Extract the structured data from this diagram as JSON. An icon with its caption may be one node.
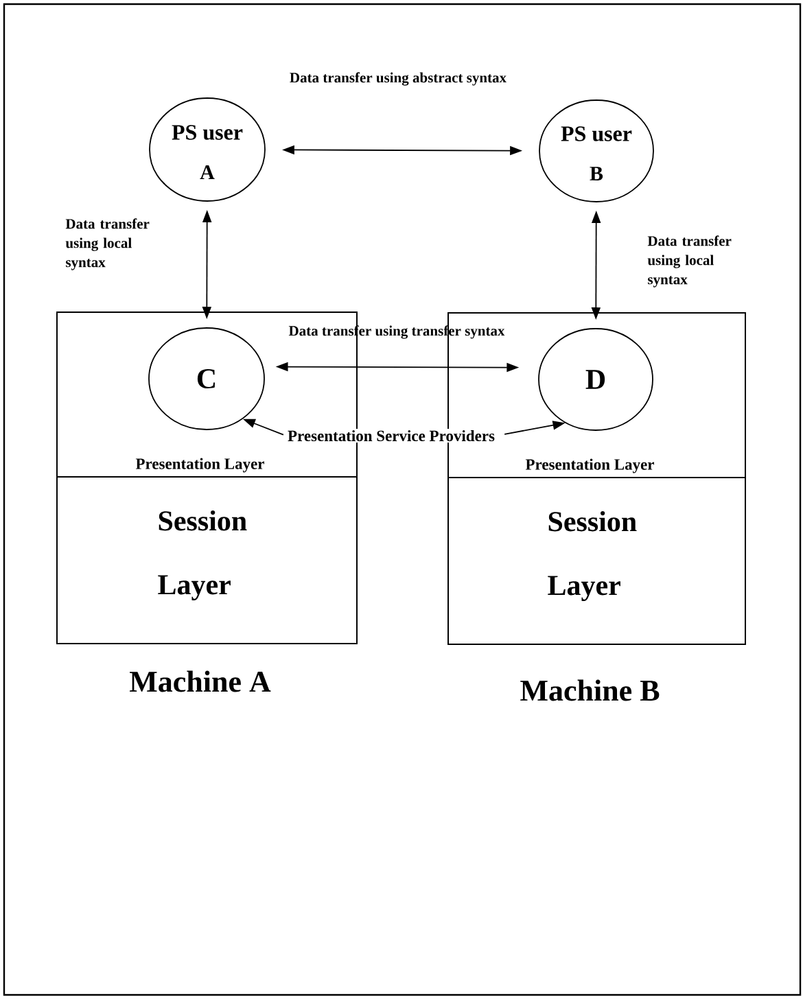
{
  "diagram": {
    "nodes": [
      {
        "text": [
          "PS user",
          "A"
        ]
      },
      {
        "text": [
          "PS user",
          "B"
        ]
      },
      {
        "text": [
          "Machine A"
        ]
      },
      {
        "text": [
          "Presentation Layer"
        ],
        "in": 2
      },
      {
        "text": [
          "C"
        ],
        "in": 3
      },
      {
        "text": [
          "Session Layer"
        ],
        "in": 2
      },
      {
        "text": [
          "Machine B"
        ]
      },
      {
        "text": [
          "Presentation Layer"
        ],
        "in": 6
      },
      {
        "text": [
          "D"
        ],
        "in": 7
      },
      {
        "text": [
          "Session Layer"
        ],
        "in": 6
      },
      {
        "text": [
          "Presentation Service Providers"
        ]
      }
    ],
    "edges": [
      {
        "from": 0,
        "to": 1,
        "arrow": "both",
        "label": "Data transfer using abstract syntax"
      },
      {
        "from": 0,
        "to": 4,
        "arrow": "both",
        "label": "Data transfer using local syntax"
      },
      {
        "from": 1,
        "to": 8,
        "arrow": "both",
        "label": "Data transfer using local syntax"
      },
      {
        "from": 4,
        "to": 8,
        "arrow": "both",
        "label": "Data transfer using transfer syntax"
      },
      {
        "from": 10,
        "to": 4,
        "arrow": "to"
      },
      {
        "from": 10,
        "to": 8,
        "arrow": "to"
      }
    ]
  }
}
